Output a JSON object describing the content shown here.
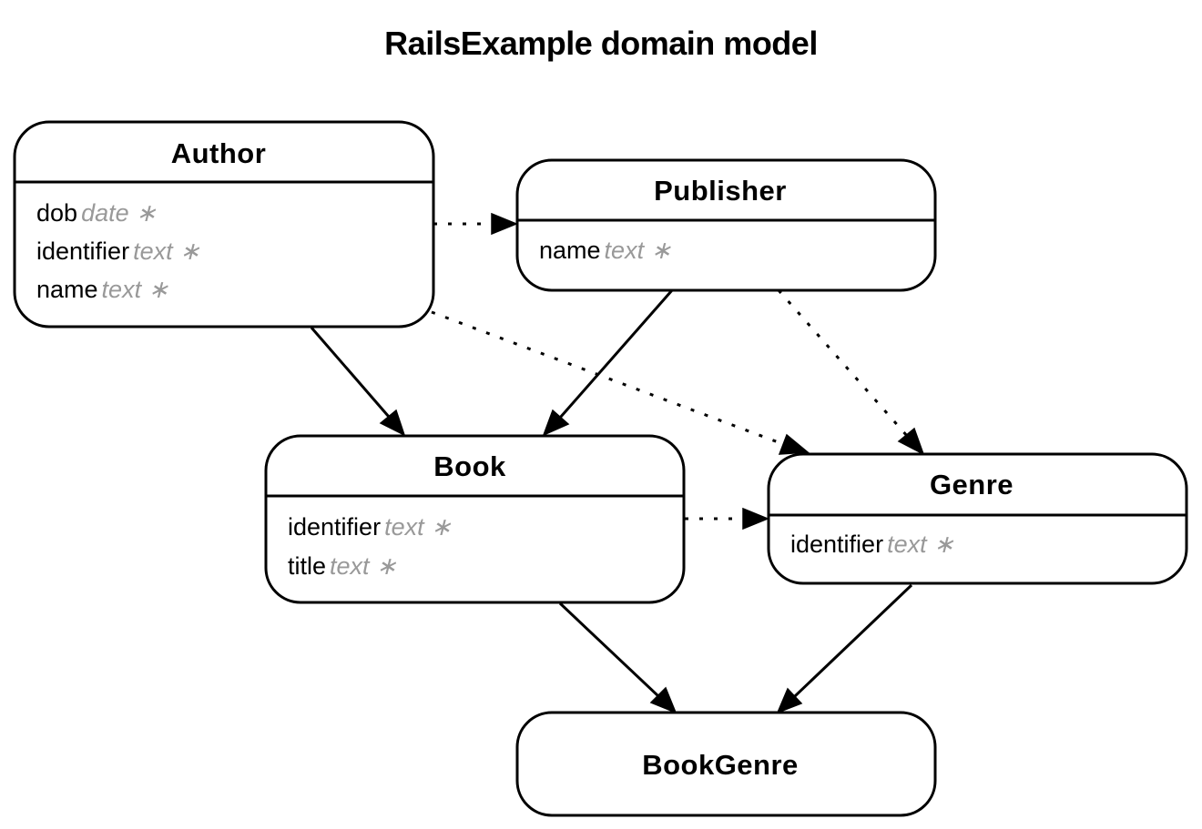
{
  "title": "RailsExample domain model",
  "entities": {
    "author": {
      "name": "Author",
      "attributes": [
        {
          "name": "dob",
          "type": "date ∗"
        },
        {
          "name": "identifier",
          "type": "text ∗"
        },
        {
          "name": "name",
          "type": "text ∗"
        }
      ]
    },
    "publisher": {
      "name": "Publisher",
      "attributes": [
        {
          "name": "name",
          "type": "text ∗"
        }
      ]
    },
    "book": {
      "name": "Book",
      "attributes": [
        {
          "name": "identifier",
          "type": "text ∗"
        },
        {
          "name": "title",
          "type": "text ∗"
        }
      ]
    },
    "genre": {
      "name": "Genre",
      "attributes": [
        {
          "name": "identifier",
          "type": "text ∗"
        }
      ]
    },
    "bookgenre": {
      "name": "BookGenre",
      "attributes": []
    }
  },
  "relationships": [
    {
      "from": "Author",
      "to": "Publisher",
      "style": "dotted"
    },
    {
      "from": "Author",
      "to": "Book",
      "style": "solid"
    },
    {
      "from": "Author",
      "to": "Genre",
      "style": "dotted"
    },
    {
      "from": "Publisher",
      "to": "Book",
      "style": "solid"
    },
    {
      "from": "Publisher",
      "to": "Genre",
      "style": "dotted"
    },
    {
      "from": "Book",
      "to": "Genre",
      "style": "dotted"
    },
    {
      "from": "Book",
      "to": "BookGenre",
      "style": "solid"
    },
    {
      "from": "Genre",
      "to": "BookGenre",
      "style": "solid"
    }
  ]
}
